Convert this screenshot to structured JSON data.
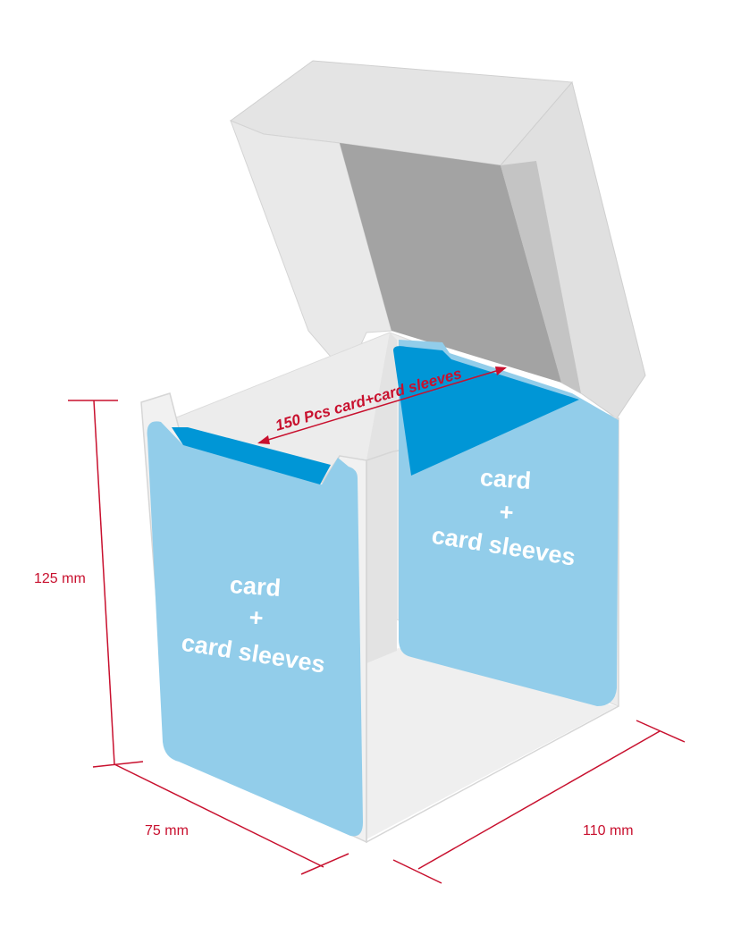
{
  "dimensions": {
    "height_label": "125 mm",
    "width_label": "75 mm",
    "depth_label": "110 mm"
  },
  "capacity_label": "150 Pcs  card+card sleeves",
  "front_card": {
    "line1": "card",
    "line2": "+",
    "line3": "card sleeves"
  },
  "back_card": {
    "line1": "card",
    "line2": "+",
    "line3": "card sleeves"
  },
  "colors": {
    "dimension_red": "#c8102e",
    "card_light_blue": "#92cdea",
    "card_dark_blue": "#0096d6",
    "box_light_gray": "#e6e6e6",
    "box_mid_gray": "#d2d2d2",
    "lid_inner_gray": "#a0a0a0"
  }
}
